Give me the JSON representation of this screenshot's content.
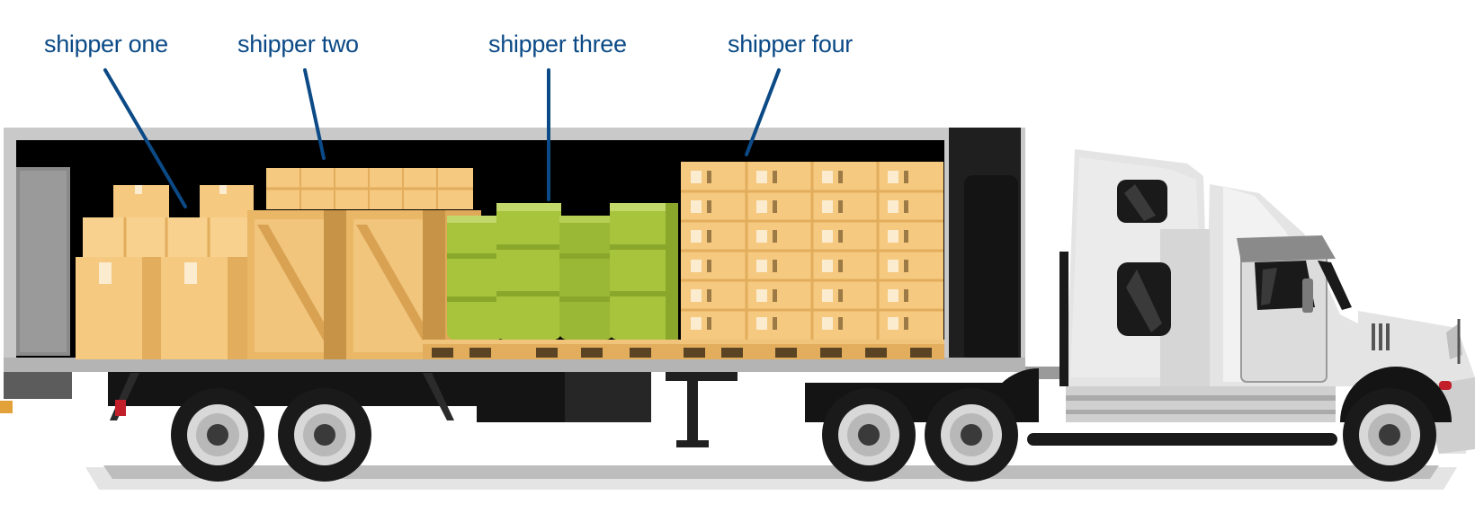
{
  "labels": {
    "shipper_one": "shipper one",
    "shipper_two": "shipper two",
    "shipper_three": "shipper three",
    "shipper_four": "shipper four"
  },
  "colors": {
    "label_text": "#0b4a86",
    "leader_line": "#0b4a86",
    "box": "#f5c97f",
    "box_shade": "#e2ad5c",
    "crate": "#e9b766",
    "barrel": "#a8c43c",
    "barrel_dark": "#8aa72c",
    "trailer_frame": "#c9c9c9",
    "trailer_interior": "#000000",
    "cab_body": "#e4e4e4",
    "tire": "#1a1a1a",
    "ground": "#c8c8c8"
  },
  "icons": [
    "truck-cab-icon",
    "trailer-icon",
    "wheel-icon",
    "cardboard-box-icon",
    "wooden-crate-icon",
    "barrel-icon",
    "pallet-icon"
  ]
}
